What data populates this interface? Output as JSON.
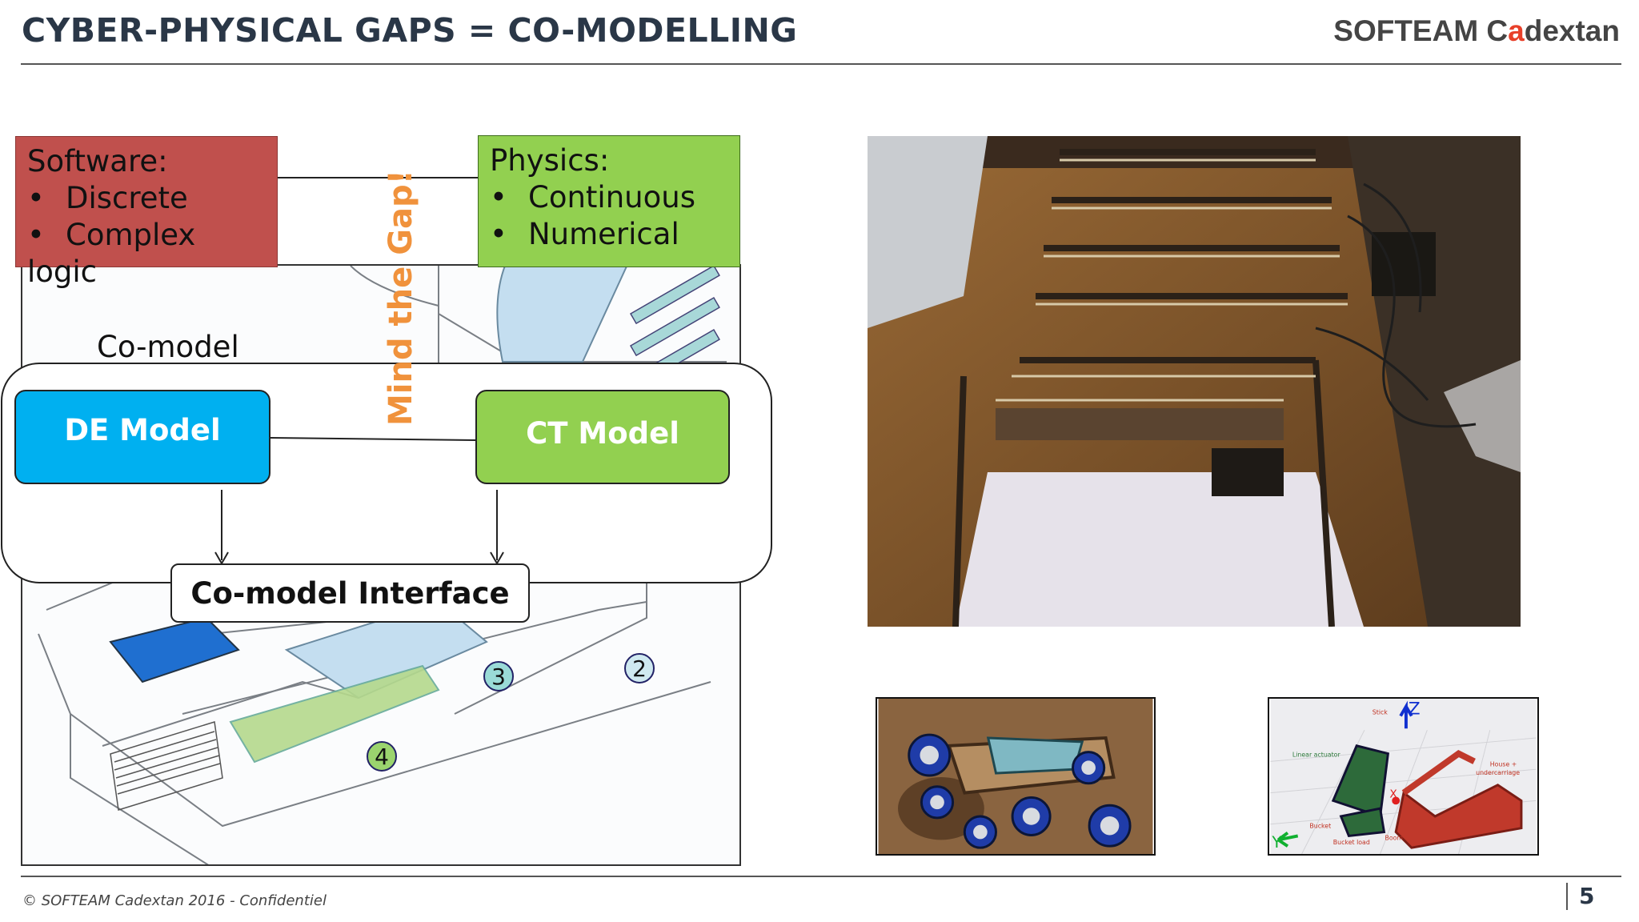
{
  "header": {
    "title": "CYBER-PHYSICAL GAPS = CO-MODELLING",
    "logo_text_1": "SOFTEAM C",
    "logo_text_accent": "a",
    "logo_text_2": "dextan"
  },
  "software_box": {
    "heading": "Software:",
    "items": [
      "Discrete",
      "Complex logic"
    ]
  },
  "physics_box": {
    "heading": "Physics:",
    "items": [
      "Continuous",
      "Numerical"
    ]
  },
  "comodel_label": "Co-model",
  "de_model_label": "DE Model",
  "ct_model_label": "CT Model",
  "gap_label": "Mind the Gap!",
  "interface_label": "Co-model Interface",
  "printer_diagram": {
    "callouts": [
      "2",
      "3",
      "4"
    ]
  },
  "excavator_labels": {
    "axis_z": "Z",
    "axis_y": "Y",
    "axis_x": "X",
    "stick": "Stick",
    "linear_actuator": "Linear actuator",
    "house": "House +",
    "undercarriage": "undercarriage",
    "bucket": "Bucket",
    "bucket_load": "Bucket load",
    "boom": "Boom"
  },
  "footer": {
    "copyright": "© SOFTEAM Cadextan 2016 - Confidentiel",
    "page_number": "5"
  },
  "colors": {
    "software": "#c0504d",
    "physics": "#92d050",
    "de_model": "#00b0f0",
    "ct_model": "#92d050",
    "gap_text": "#f0923c",
    "title": "#2a3747",
    "logo_accent": "#e8402a"
  }
}
